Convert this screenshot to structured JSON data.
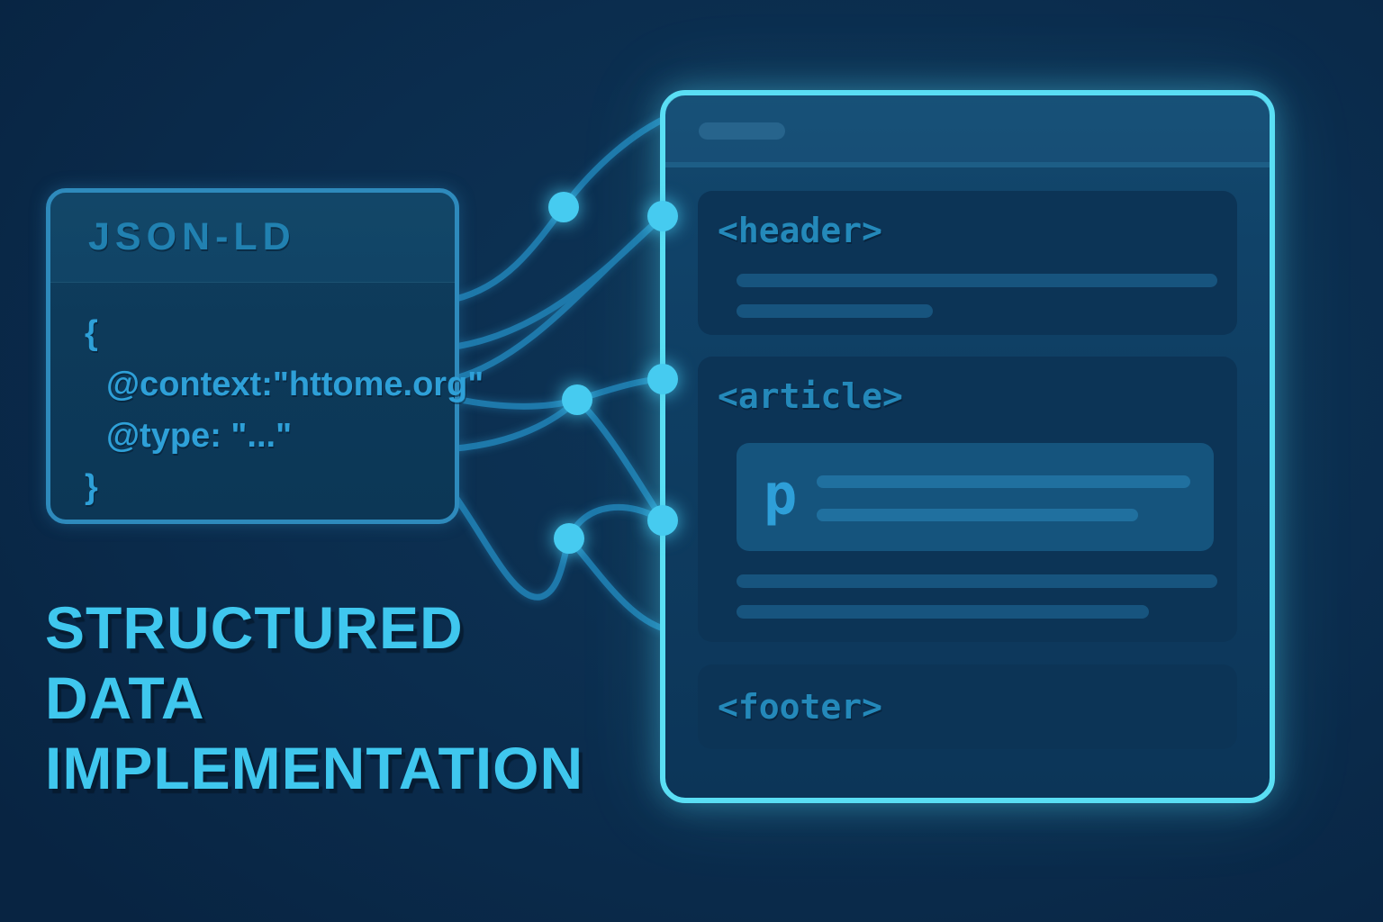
{
  "poster_title": {
    "lines": [
      "STRUCTURED",
      "DATA",
      "IMPLEMENTATION"
    ]
  },
  "json_card": {
    "title": "JSON-LD",
    "code": [
      "{",
      "@context:\"httome.org\"",
      "@type: \"...\"",
      "}"
    ]
  },
  "browser": {
    "sections": [
      {
        "tag": "<header>"
      },
      {
        "tag": "<article>",
        "p_label": "p"
      },
      {
        "tag": "<footer>"
      }
    ]
  },
  "colors": {
    "background": "#0b2d4e",
    "accent_bright_cyan": "#3fc7ee",
    "browser_border": "#5adef4",
    "card_border": "#2e8abc",
    "curve_line": "#1e79ab",
    "dot": "#46cbf0",
    "label_blue": "#2489ba",
    "code_blue": "#2ea0d8"
  }
}
